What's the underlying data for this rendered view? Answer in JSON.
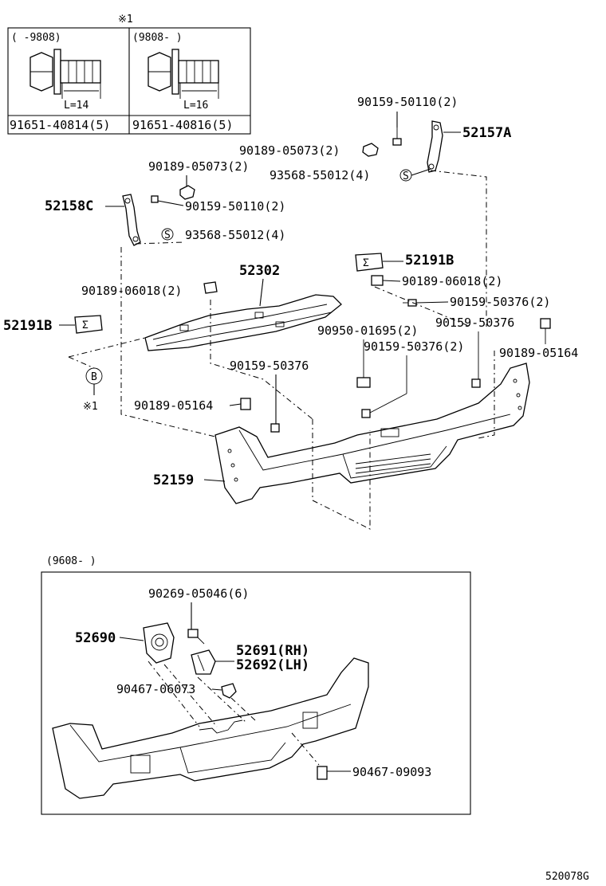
{
  "inset": {
    "marker": "※1",
    "left_range": "(   -9808)",
    "right_range": "(9808-     )",
    "left_length": "L=14",
    "right_length": "L=16",
    "left_part": "91651-40814(5)",
    "right_part": "91651-40816(5)"
  },
  "labels": {
    "p90159_50110_top": "90159-50110(2)",
    "p52157A": "52157A",
    "p90189_05073_a": "90189-05073(2)",
    "p93568_55012_a": "93568-55012(4)",
    "p90189_05073_b": "90189-05073(2)",
    "p52158C": "52158C",
    "p90159_50110_b": "90159-50110(2)",
    "p93568_55012_b": "93568-55012(4)",
    "p52191B_right": "52191B",
    "p52302": "52302",
    "p90189_06018_left": "90189-06018(2)",
    "p90189_06018_right": "90189-06018(2)",
    "p90159_50376_2a": "90159-50376(2)",
    "p52191B_left": "52191B",
    "p90950_01695": "90950-01695(2)",
    "p90159_50376_single_r": "90159-50376",
    "p90159_50376_2b": "90159-50376(2)",
    "p90189_05164_right": "90189-05164",
    "p90159_50376_single_c": "90159-50376",
    "b_marker": "B",
    "note_marker": "※1",
    "p90189_05164_left": "90189-05164",
    "p52159": "52159"
  },
  "lower_box": {
    "range": "(9608-     )",
    "p90269_05046": "90269-05046(6)",
    "p52690": "52690",
    "p52691": "52691(RH)",
    "p52692": "52692(LH)",
    "p90467_06073": "90467-06073",
    "p90467_09093": "90467-09093"
  },
  "figure_code": "520078G",
  "circle_s": "S"
}
